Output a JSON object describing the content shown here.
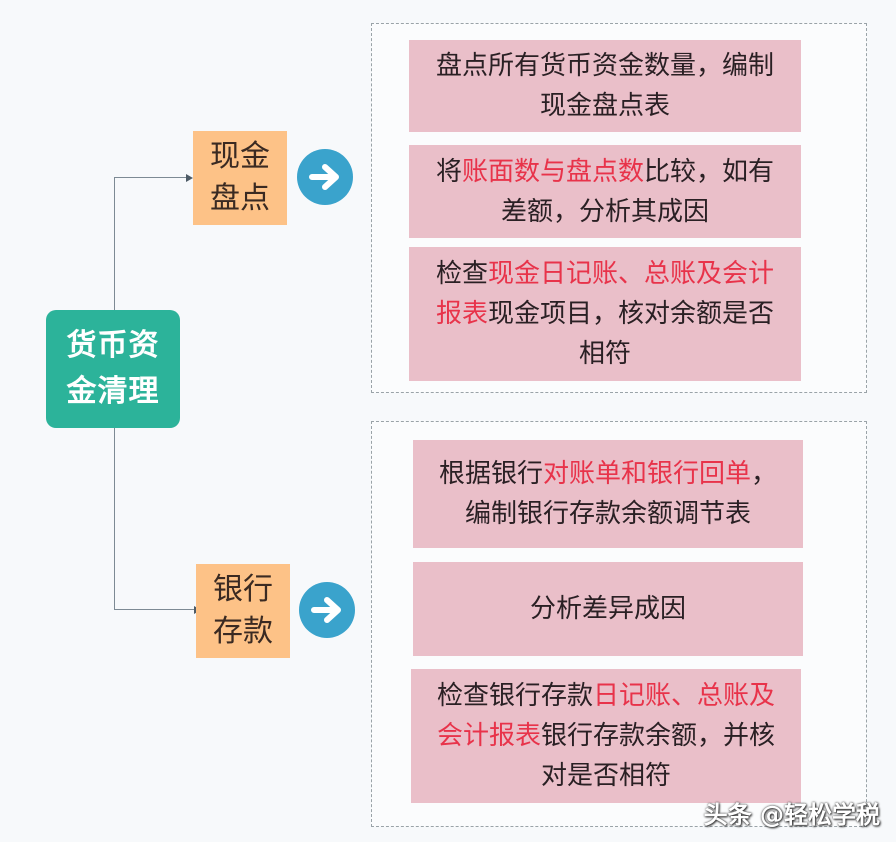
{
  "diagram": {
    "root": {
      "line1": "货币资",
      "line2": "金清理",
      "color": "#2cb39a"
    },
    "branches": [
      {
        "id": "cash",
        "line1": "现金",
        "line2": "盘点",
        "color": "#fdc287",
        "arrow_icon": "arrow-right-circle-icon",
        "items": [
          {
            "lines": [
              [
                {
                  "t": "盘点所有货币资金数量，编制",
                  "hl": false
                }
              ],
              [
                {
                  "t": "现金盘点表",
                  "hl": false
                }
              ]
            ]
          },
          {
            "lines": [
              [
                {
                  "t": "将",
                  "hl": false
                },
                {
                  "t": "账面数与盘点数",
                  "hl": true
                },
                {
                  "t": "比较，如有",
                  "hl": false
                }
              ],
              [
                {
                  "t": "差额，分析其成因",
                  "hl": false
                }
              ]
            ]
          },
          {
            "lines": [
              [
                {
                  "t": "检查",
                  "hl": false
                },
                {
                  "t": "现金日记账、总账及会计",
                  "hl": true
                }
              ],
              [
                {
                  "t": "报表",
                  "hl": true
                },
                {
                  "t": "现金项目，核对余额是否",
                  "hl": false
                }
              ],
              [
                {
                  "t": "相符",
                  "hl": false
                }
              ]
            ]
          }
        ]
      },
      {
        "id": "bank",
        "line1": "银行",
        "line2": "存款",
        "color": "#fdc287",
        "arrow_icon": "arrow-right-circle-icon",
        "items": [
          {
            "lines": [
              [
                {
                  "t": "根据银行",
                  "hl": false
                },
                {
                  "t": "对账单和银行回单",
                  "hl": true
                },
                {
                  "t": "，",
                  "hl": false
                }
              ],
              [
                {
                  "t": "编制银行存款余额调节表",
                  "hl": false
                }
              ]
            ]
          },
          {
            "lines": [
              [
                {
                  "t": "分析差异成因",
                  "hl": false
                }
              ]
            ]
          },
          {
            "lines": [
              [
                {
                  "t": "检查银行存款",
                  "hl": false
                },
                {
                  "t": "日记账、总账及",
                  "hl": true
                }
              ],
              [
                {
                  "t": "会计报表",
                  "hl": true
                },
                {
                  "t": "银行存款余额，并核",
                  "hl": false
                }
              ],
              [
                {
                  "t": "对是否相符",
                  "hl": false
                }
              ]
            ]
          }
        ]
      }
    ],
    "colors": {
      "item_bg": "#eabfc9",
      "highlight_text": "#e8334a",
      "arrow_circle": "#3aa3cc",
      "connector": "#7d8a94"
    }
  },
  "watermark": "头条 @轻松学税"
}
